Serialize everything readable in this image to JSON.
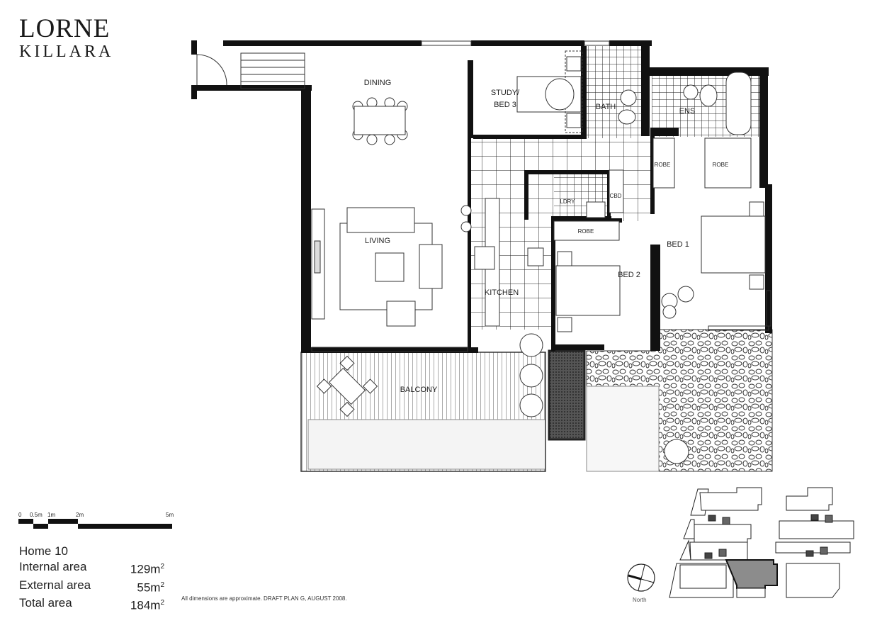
{
  "brand": {
    "line1": "LORNE",
    "line2": "KILLARA"
  },
  "rooms": {
    "dining": "DINING",
    "study_line1": "STUDY/",
    "study_line2": "BED 3",
    "bath": "BATH",
    "ens": "ENS",
    "robe_a": "ROBE",
    "robe_b": "ROBE",
    "robe_c": "ROBE",
    "ldry": "LDRY",
    "cbd": "CBD",
    "living": "LIVING",
    "kitchen": "KITCHEN",
    "bed1": "BED 1",
    "bed2": "BED 2",
    "balcony": "BALCONY"
  },
  "scale_bar": {
    "ticks": [
      "0",
      "0.5m",
      "1m",
      "2m",
      "5m"
    ]
  },
  "home": {
    "title": "Home 10",
    "rows": [
      {
        "label": "Internal area",
        "value": "129m",
        "unit_sup": "2"
      },
      {
        "label": "External area",
        "value": "55m",
        "unit_sup": "2"
      },
      {
        "label": "Total area",
        "value": "184m",
        "unit_sup": "2"
      }
    ]
  },
  "disclaimer": "All dimensions are approximate. DRAFT PLAN G, AUGUST 2008.",
  "compass": {
    "label": "North"
  },
  "colors": {
    "wall": "#111111",
    "highlight_unit": "#8c8c8c"
  }
}
